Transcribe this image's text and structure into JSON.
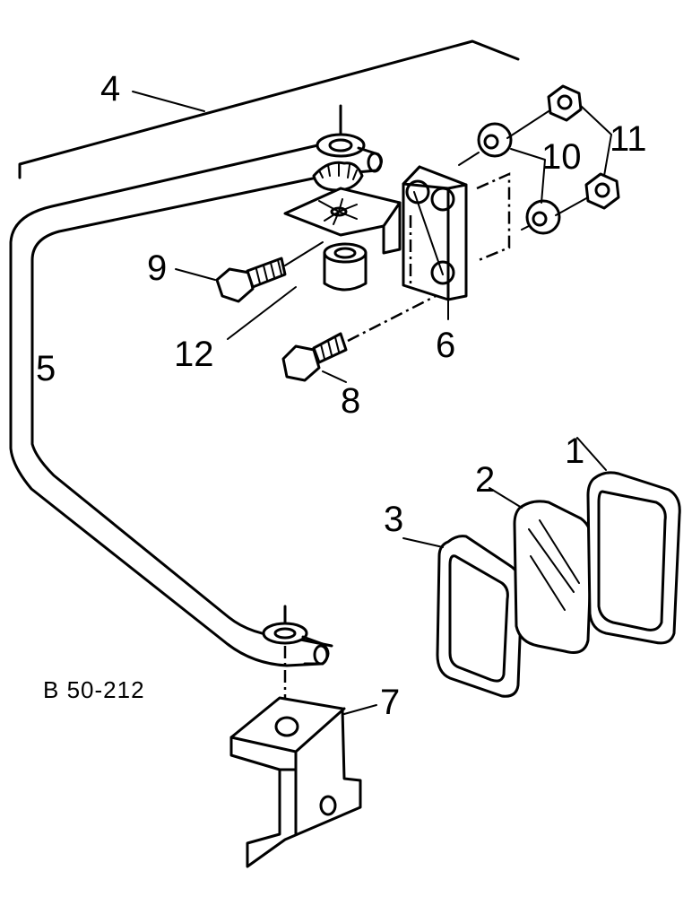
{
  "diagram": {
    "reference_code": "B 50-212",
    "callouts": [
      "1",
      "2",
      "3",
      "4",
      "5",
      "6",
      "7",
      "8",
      "9",
      "10",
      "11",
      "12"
    ]
  }
}
